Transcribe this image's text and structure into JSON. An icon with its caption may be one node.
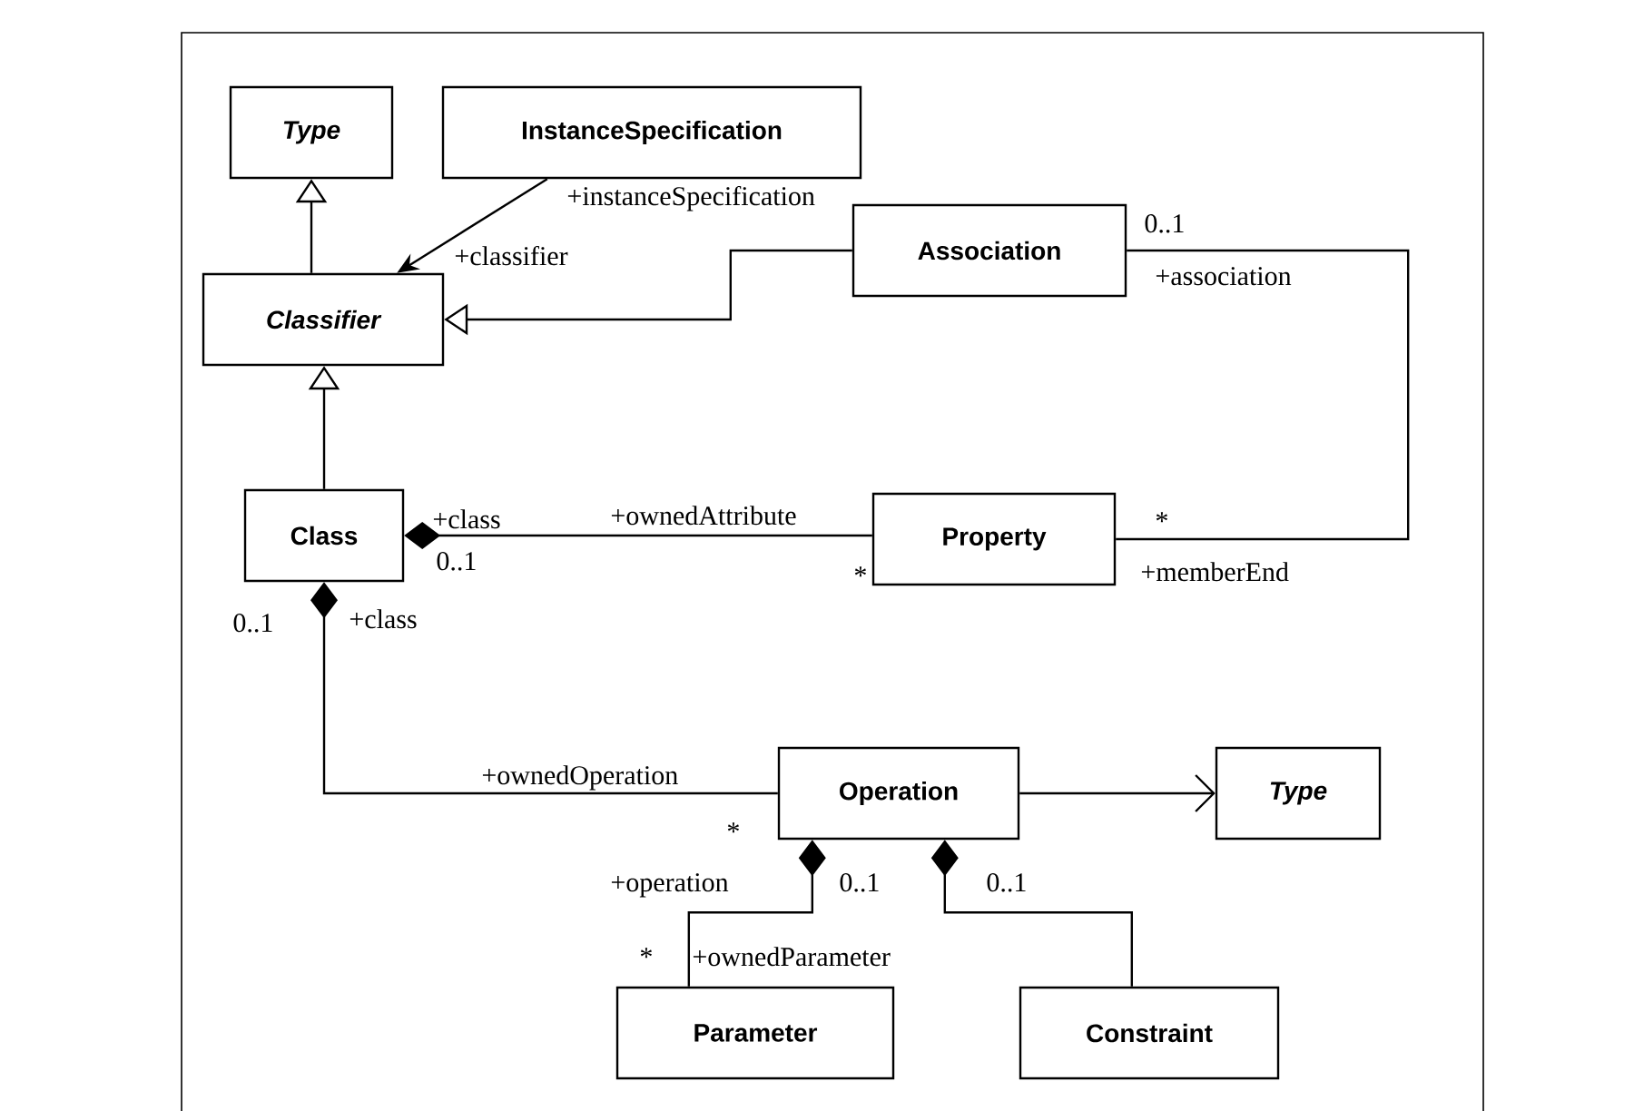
{
  "diagram": {
    "nodes": [
      {
        "text": [
          "Type"
        ]
      },
      {
        "text": [
          "InstanceSpecification"
        ]
      },
      {
        "text": [
          "Classifier"
        ]
      },
      {
        "text": [
          "Association"
        ]
      },
      {
        "text": [
          "Class"
        ]
      },
      {
        "text": [
          "Property"
        ]
      },
      {
        "text": [
          "Operation"
        ]
      },
      {
        "text": [
          "Type"
        ]
      },
      {
        "text": [
          "Parameter"
        ]
      },
      {
        "text": [
          "Constraint"
        ]
      }
    ],
    "edges": [
      {
        "from": 2,
        "to": 0,
        "arrow": "to"
      },
      {
        "from": 1,
        "to": 2,
        "arrow": "to"
      },
      {
        "from": 3,
        "to": 2,
        "arrow": "to"
      },
      {
        "from": 4,
        "to": 2,
        "arrow": "to"
      },
      {
        "from": 4,
        "to": 5,
        "arrow": "other"
      },
      {
        "from": 3,
        "to": 5,
        "arrow": "none"
      },
      {
        "from": 4,
        "to": 6,
        "arrow": "other"
      },
      {
        "from": 6,
        "to": 7,
        "arrow": "to"
      },
      {
        "from": 6,
        "to": 8,
        "arrow": "other"
      },
      {
        "from": 6,
        "to": 9,
        "arrow": "other"
      }
    ],
    "labels": [
      "+instanceSpecification",
      "0..1",
      "+classifier",
      "+association",
      "+ownedAttribute",
      "+class",
      "*",
      "0..1",
      "+memberEnd",
      "*",
      "+class",
      "0..1",
      "+ownedOperation",
      "*",
      "+operation",
      "0..1",
      "0..1",
      "*",
      "+ownedParameter"
    ]
  }
}
